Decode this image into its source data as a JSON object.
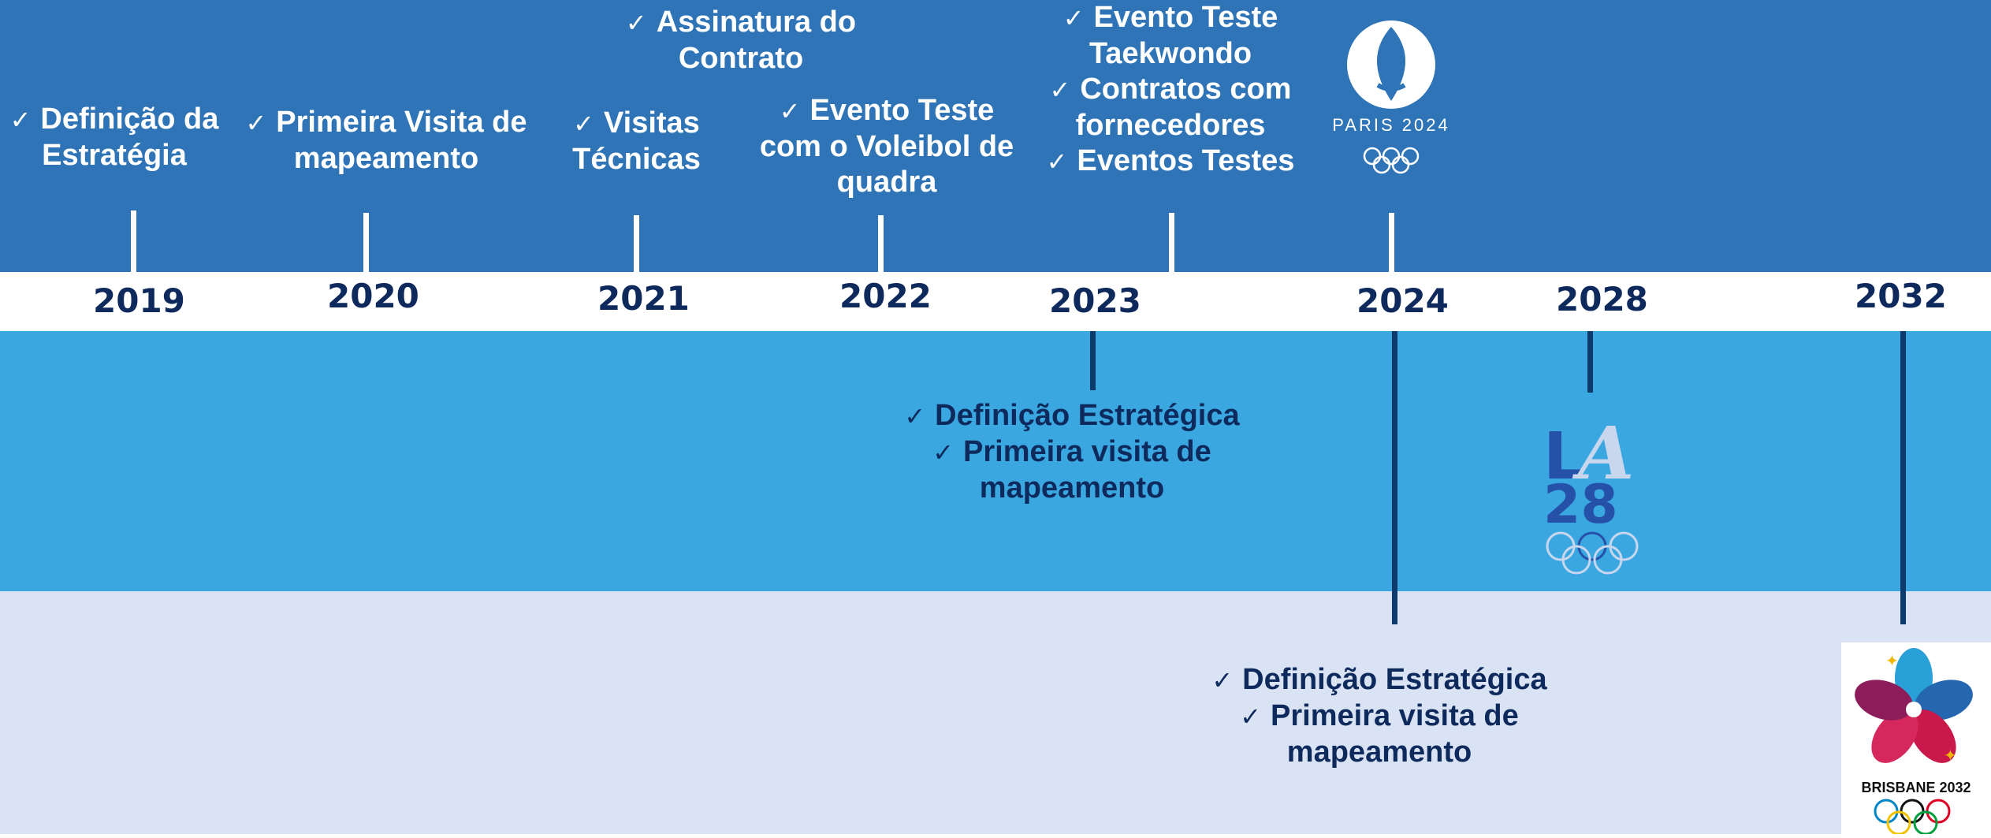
{
  "colors": {
    "top_band": "#2e74b6",
    "year_band": "#ffffff",
    "middle_band": "#3aa7e0",
    "bottom_band": "#dae3f3",
    "navy_text": "#0e2a5c"
  },
  "years": [
    "2019",
    "2020",
    "2021",
    "2022",
    "2023",
    "2024",
    "2028",
    "2032"
  ],
  "milestones_top": [
    {
      "items": [
        "Definição da Estratégia"
      ]
    },
    {
      "items": [
        "Primeira Visita de mapeamento"
      ]
    },
    {
      "items": [
        "Visitas Técnicas"
      ]
    },
    {
      "items": [
        "Assinatura do Contrato"
      ]
    },
    {
      "items": [
        "Evento Teste com o Voleibol de quadra"
      ]
    },
    {
      "items": [
        "Evento Teste Taekwondo",
        "Contratos com fornecedores",
        "Eventos Testes"
      ]
    }
  ],
  "milestones_la": {
    "items": [
      "Definição Estratégica",
      "Primeira visita de mapeamento"
    ]
  },
  "milestones_brisbane": {
    "items": [
      "Definição Estratégica",
      "Primeira visita de mapeamento"
    ]
  },
  "logos": {
    "paris": {
      "text": "PARIS 2024",
      "icon": "paris-flame-icon"
    },
    "la": {
      "text": "LA28",
      "icon": "la28-logo"
    },
    "brisbane": {
      "text": "BRISBANE 2032",
      "icon": "brisbane-flower-icon"
    }
  }
}
